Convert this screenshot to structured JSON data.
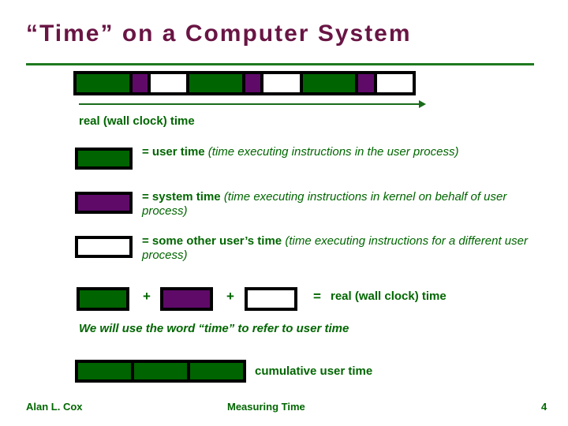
{
  "title": "“Time” on a Computer System",
  "colors": {
    "title_text": "#691544",
    "rule_green": "#1e7a1e",
    "user_time_green": "#006400",
    "system_time_purple": "#5f0a69",
    "other_time_white": "#ffffff",
    "body_text_green": "#006600",
    "border_black": "#000000"
  },
  "timeline": {
    "segments": [
      "user",
      "system",
      "other",
      "user",
      "system",
      "other",
      "user",
      "system",
      "other"
    ],
    "axis_label": "real (wall clock) time"
  },
  "legend": [
    {
      "swatch": "user",
      "term": "= user time ",
      "desc": "(time executing instructions in the user process)"
    },
    {
      "swatch": "system",
      "term": "= system time ",
      "desc": "(time executing instructions in kernel on behalf of user process)"
    },
    {
      "swatch": "other",
      "term": "= some other user’s time ",
      "desc": "(time executing instructions for a different user process)"
    }
  ],
  "equation": {
    "terms": [
      "user",
      "system",
      "other"
    ],
    "plus": "+",
    "equals": "=",
    "result": "real (wall clock) time"
  },
  "note": "We will use the word “time” to refer to user time",
  "cumulative": {
    "segments": [
      "user",
      "user",
      "user"
    ],
    "label": "cumulative user time"
  },
  "footer": {
    "author": "Alan L. Cox",
    "doc_title": "Measuring Time",
    "page": "4"
  }
}
